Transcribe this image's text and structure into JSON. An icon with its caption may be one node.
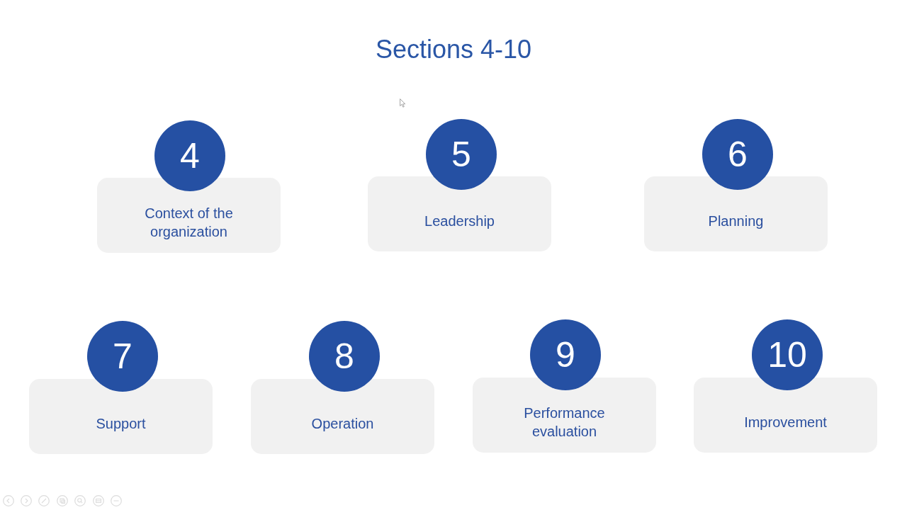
{
  "diagram": {
    "title": "Sections 4-10",
    "nodes": [
      {
        "text": [
          "4"
        ]
      },
      {
        "text": [
          "Context of the organization"
        ]
      },
      {
        "text": [
          "5"
        ]
      },
      {
        "text": [
          "Leadership"
        ]
      },
      {
        "text": [
          "6"
        ]
      },
      {
        "text": [
          "Planning"
        ]
      },
      {
        "text": [
          "7"
        ]
      },
      {
        "text": [
          "Support"
        ]
      },
      {
        "text": [
          "8"
        ]
      },
      {
        "text": [
          "Operation"
        ]
      },
      {
        "text": [
          "9"
        ]
      },
      {
        "text": [
          "Performance evaluation"
        ]
      },
      {
        "text": [
          "10"
        ]
      },
      {
        "text": [
          "Improvement"
        ]
      }
    ]
  }
}
